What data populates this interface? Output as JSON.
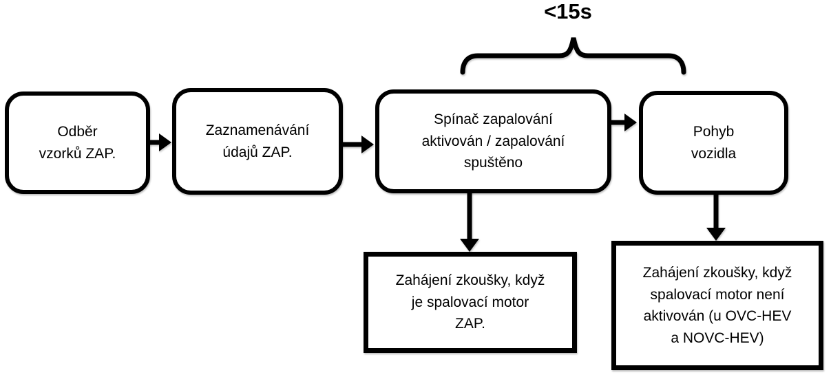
{
  "page": {
    "background_color": "#ffffff",
    "stroke_color": "#000000",
    "text_color": "#000000"
  },
  "diagram": {
    "type": "flowchart",
    "brace": {
      "label": "<15s",
      "spans": [
        "node-spinac-zapalovani",
        "node-pohyb-vozidla"
      ]
    },
    "nodes": [
      {
        "id": "node-odber-vzorku",
        "shape": "rounded",
        "label": "Odběr\nvzorků ZAP."
      },
      {
        "id": "node-zaznamenavani",
        "shape": "rounded",
        "label": "Zaznamenávání\núdajů ZAP."
      },
      {
        "id": "node-spinac-zapalovani",
        "shape": "rounded",
        "label": "Spínač zapalování\naktivován / zapalování\nspuštěno"
      },
      {
        "id": "node-pohyb-vozidla",
        "shape": "rounded",
        "label": "Pohyb\nvozidla"
      },
      {
        "id": "node-zahajeni-motor-zap",
        "shape": "rect",
        "label": "Zahájení zkoušky, když\nje spalovací motor\nZAP."
      },
      {
        "id": "node-zahajeni-motor-neaktivni",
        "shape": "rect",
        "label": "Zahájení zkoušky, když\nspalovací motor není\naktivován (u OVC-HEV\na NOVC-HEV)"
      }
    ],
    "edges": [
      {
        "from": "node-odber-vzorku",
        "to": "node-zaznamenavani"
      },
      {
        "from": "node-zaznamenavani",
        "to": "node-spinac-zapalovani"
      },
      {
        "from": "node-spinac-zapalovani",
        "to": "node-pohyb-vozidla"
      },
      {
        "from": "node-spinac-zapalovani",
        "to": "node-zahajeni-motor-zap"
      },
      {
        "from": "node-pohyb-vozidla",
        "to": "node-zahajeni-motor-neaktivni"
      }
    ]
  }
}
